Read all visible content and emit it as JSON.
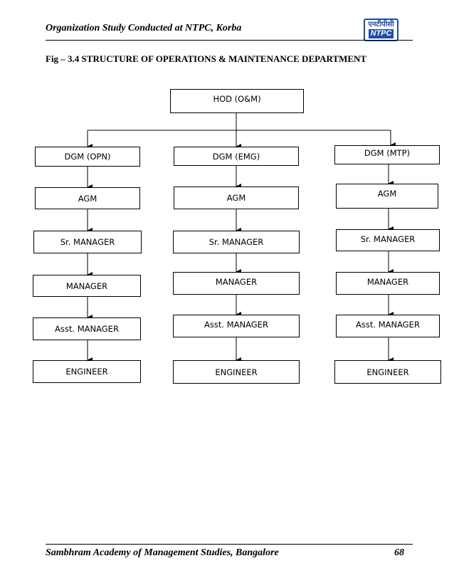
{
  "header": {
    "title": "Organization Study Conducted at NTPC, Korba",
    "logo_text_hindi": "एनटीपीसी",
    "logo_text": "NTPC",
    "logo_color": "#1f4aa8"
  },
  "figure": {
    "title": "Fig – 3.4 STRUCTURE OF OPERATIONS & MAINTENANCE DEPARTMENT"
  },
  "org_chart": {
    "root": "HOD (O&M)",
    "columns": [
      {
        "head": "DGM (OPN)",
        "levels": [
          "AGM",
          "Sr. MANAGER",
          "MANAGER",
          "Asst. MANAGER",
          "ENGINEER"
        ]
      },
      {
        "head": "DGM (EMG)",
        "levels": [
          "AGM",
          "Sr. MANAGER",
          "MANAGER",
          "Asst. MANAGER",
          "ENGINEER"
        ]
      },
      {
        "head": "DGM (MTP)",
        "levels": [
          "AGM",
          "Sr. MANAGER",
          "MANAGER",
          "Asst. MANAGER",
          "ENGINEER"
        ]
      }
    ]
  },
  "footer": {
    "text": "Sambhram Academy of Management Studies, Bangalore",
    "page_number": "68"
  }
}
